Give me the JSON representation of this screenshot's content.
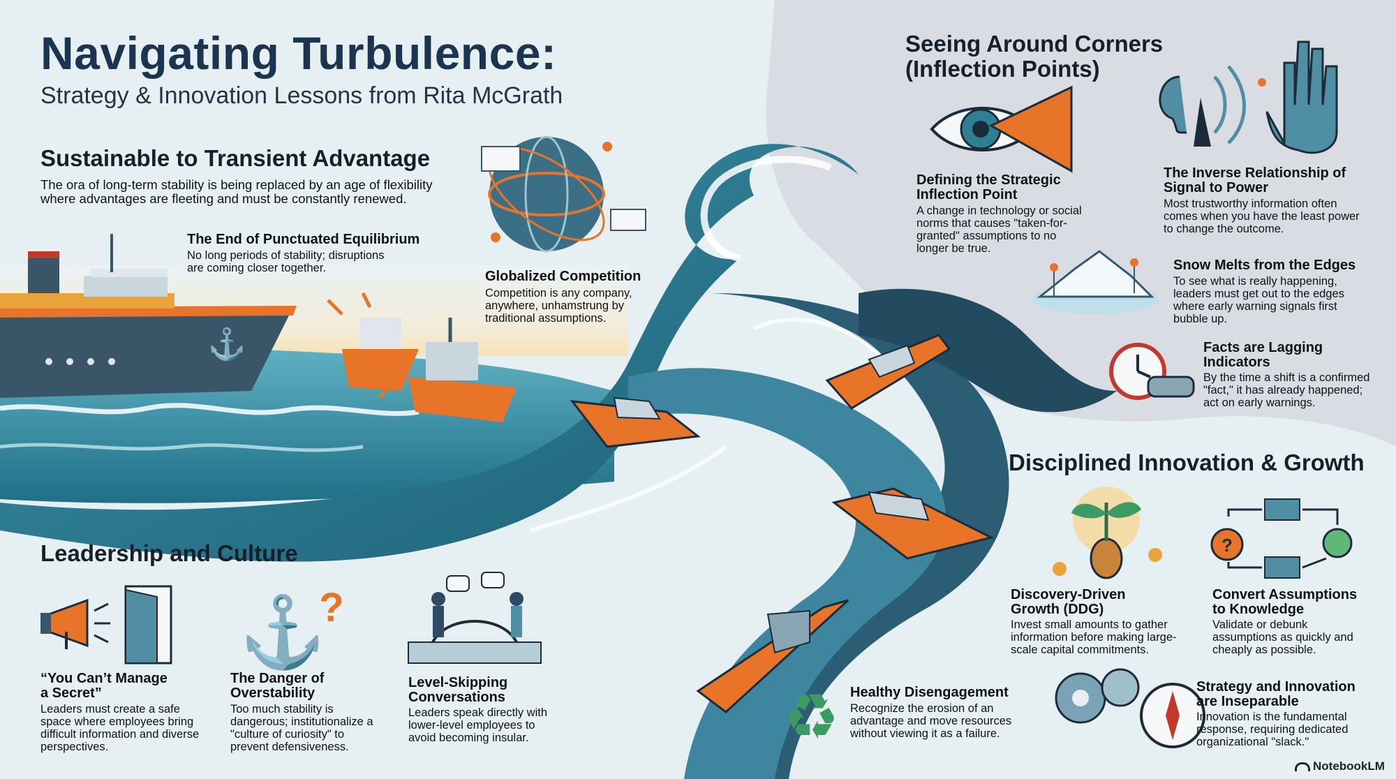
{
  "title": "Navigating Turbulence:",
  "subtitle": "Strategy & Innovation Lessons from Rita McGrath",
  "brand": "NotebookLM",
  "sections": {
    "sustainable": {
      "heading": "Sustainable to Transient Advantage",
      "body": "The ora of long-term stability is being replaced by an age of flexibility where advantages are fleeting and must be constantly renewed.",
      "items": [
        {
          "title": "The End of Punctuated Equilibrium",
          "body": "No long periods of stability; disruptions are coming closer together."
        },
        {
          "title": "Globalized Competition",
          "body": "Competition is any company, anywhere, unhamstrung by traditional assumptions."
        }
      ]
    },
    "inflection": {
      "heading_line1": "Seeing Around Corners",
      "heading_line2": "(Inflection Points)",
      "items": [
        {
          "title_line1": "Defining the Strategic",
          "title_line2": "Inflection Point",
          "body": "A change in technology or social norms that causes \"taken-for-granted\" assumptions to no longer be true."
        },
        {
          "title_line1": "The Inverse Relationship of",
          "title_line2": "Signal to Power",
          "body": "Most trustworthy information often comes when you have the least power to change the outcome."
        },
        {
          "title_line1": "Snow Melts from the Edges",
          "title_line2": "",
          "body": "To see what is really happening, leaders must get out to the edges where early warning signals first bubble up."
        },
        {
          "title_line1": "Facts are Lagging",
          "title_line2": "Indicators",
          "body": "By the time a shift is a confirmed \"fact,\" it has already happened; act on early warnings."
        }
      ]
    },
    "leadership": {
      "heading": "Leadership and Culture",
      "items": [
        {
          "title_line1": "“You Can’t Manage",
          "title_line2": "a Secret”",
          "body": "Leaders must create a safe space where employees bring difficult information and diverse perspectives."
        },
        {
          "title_line1": "The Danger of",
          "title_line2": "Overstability",
          "body": "Too much stability is dangerous; institutionalize a \"culture of curiosity\" to prevent defensiveness."
        },
        {
          "title_line1": "Level-Skipping",
          "title_line2": "Conversations",
          "body": "Leaders speak directly with lower-level employees to avoid becoming insular."
        }
      ]
    },
    "innovation": {
      "heading": "Disciplined Innovation & Growth",
      "items": [
        {
          "title_line1": "Discovery-Driven",
          "title_line2": "Growth (DDG)",
          "body": "Invest small amounts to gather information before making large-scale capital commitments."
        },
        {
          "title_line1": "Convert Assumptions",
          "title_line2": "to Knowledge",
          "body": "Validate or debunk assumptions as quickly and cheaply as possible."
        },
        {
          "title_line1": "Healthy Disengagement",
          "title_line2": "",
          "body": "Recognize the erosion of an advantage and move resources without viewing it as a failure."
        },
        {
          "title_line1": "Strategy and Innovation",
          "title_line2": "are Inseparable",
          "body": "Innovation is the fundamental response, requiring dedicated organizational \"slack.\""
        }
      ]
    }
  },
  "colors": {
    "navy": "#1b3550",
    "ocean": "#2f7f93",
    "orange": "#e8742a",
    "cloud": "#d9dde3"
  }
}
